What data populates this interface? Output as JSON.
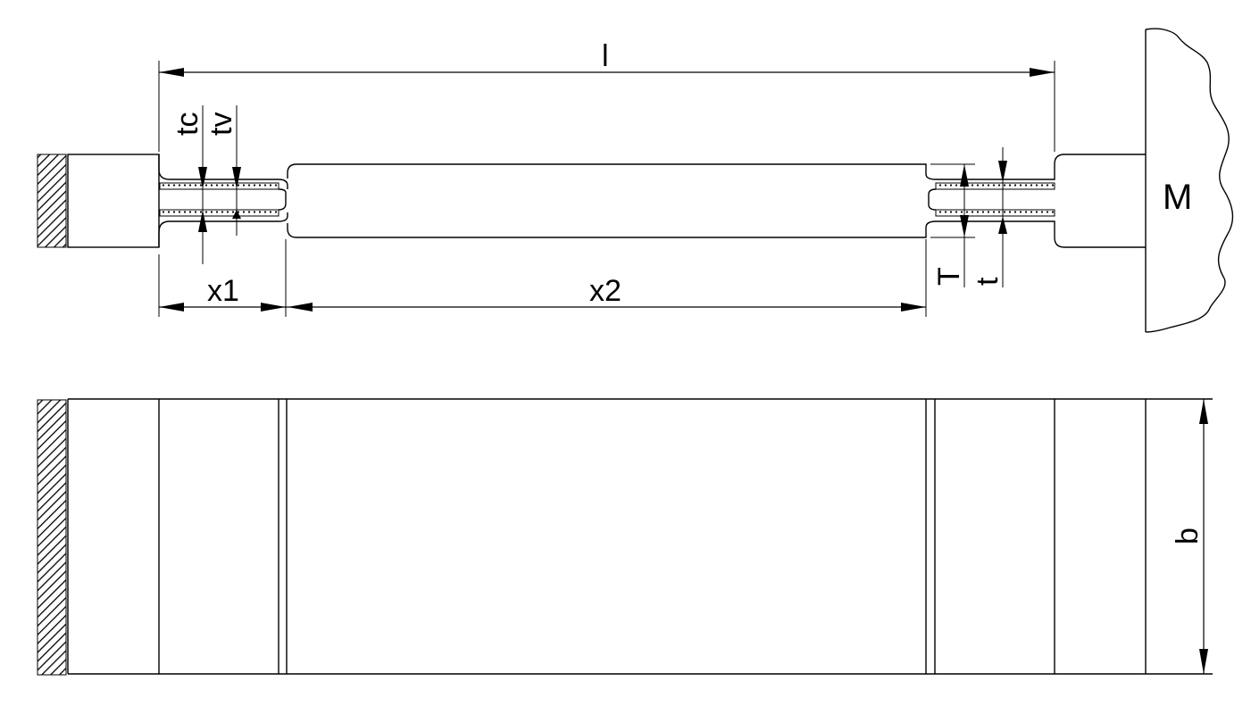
{
  "diagram": {
    "labels": {
      "length": "l",
      "thickness_c": "tc",
      "thickness_v": "tv",
      "thickness_T": "T",
      "thickness_t": "t",
      "segment_x1": "x1",
      "segment_x2": "x2",
      "width": "b",
      "mass": "M"
    },
    "colors": {
      "line": "#000000",
      "background": "#ffffff"
    }
  }
}
